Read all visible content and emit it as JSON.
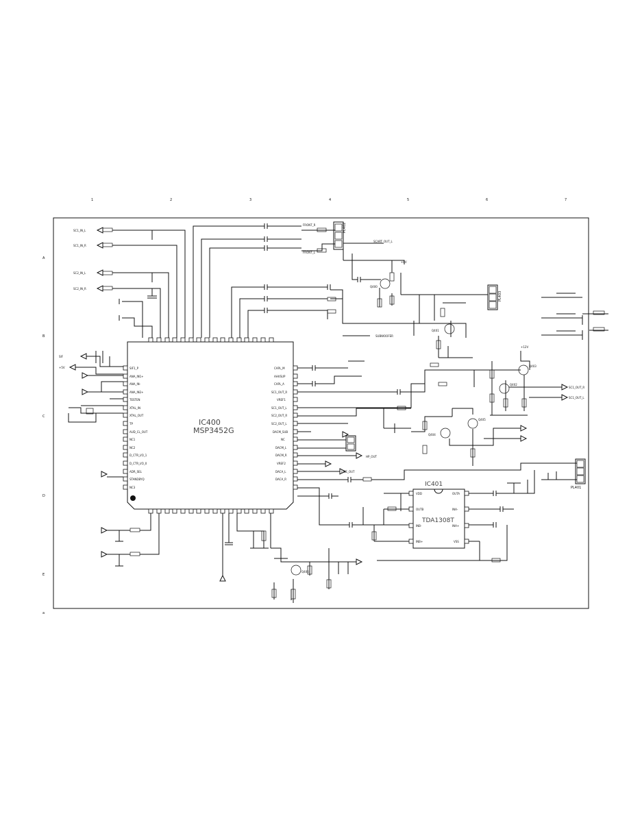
{
  "border": {
    "column_markers": [
      "1",
      "2",
      "3",
      "4",
      "5",
      "6",
      "7"
    ],
    "row_markers": [
      "A",
      "B",
      "C",
      "D",
      "E"
    ]
  },
  "ic400": {
    "ref": "IC400",
    "part": "MSP3452G",
    "left_pins": [
      "SIF1_P",
      "ANA_IN1+",
      "ANA_IN-",
      "ANA_IN2+",
      "TESTEN",
      "XTAL_IN",
      "XTAL_OUT",
      "TP",
      "AUD_CL_OUT",
      "NC1",
      "NC2",
      "D_CTR_I/O_1",
      "D_CTR_I/O_0",
      "ADR_SEL",
      "STANDBYQ",
      "NC3"
    ],
    "right_pins": [
      "CAPL_M",
      "AHVSUP",
      "CAPL_A",
      "SC1_OUT_R",
      "VREF1",
      "SC1_OUT_L",
      "SC2_OUT_R",
      "SC2_OUT_L",
      "DACM_SUB",
      "NC",
      "DACM_L",
      "DACM_R",
      "VREF2",
      "DACA_L",
      "DACA_R"
    ]
  },
  "ic401": {
    "ref": "IC401",
    "part": "TDA1308T",
    "pins_left": [
      "VDD",
      "OUTB",
      "INB-",
      "INB+"
    ],
    "pins_right": [
      "OUTA",
      "INA-",
      "INA+",
      "VSS"
    ]
  },
  "connectors": {
    "pl401": "PL401",
    "pl402": "PL402",
    "pl403": "PL403"
  },
  "nets": {
    "sc1_in_l": "SC1_IN_L",
    "sc1_in_r": "SC1_IN_R",
    "sc2_in_l": "SC2_IN_L",
    "sc2_in_r": "SC2_IN_R",
    "sc1_out_l": "SC1_OUT_L",
    "sc1_out_r": "SC1_OUT_R",
    "scart_out": "SCART_OUT_L",
    "subwoofer": "SUBWOOFER",
    "front_r": "FRONT_R",
    "front_l": "FRONT_L",
    "sif": "SIF",
    "vcc5": "+5V",
    "vcc8": "+8V",
    "vcc12": "+12V",
    "hp_out": "HP_OUT",
    "line_out": "LINE_OUT"
  },
  "transistors": [
    "Q400",
    "Q401",
    "Q402",
    "Q403",
    "Q404",
    "Q405",
    "Q406"
  ],
  "corner_mark": "a"
}
